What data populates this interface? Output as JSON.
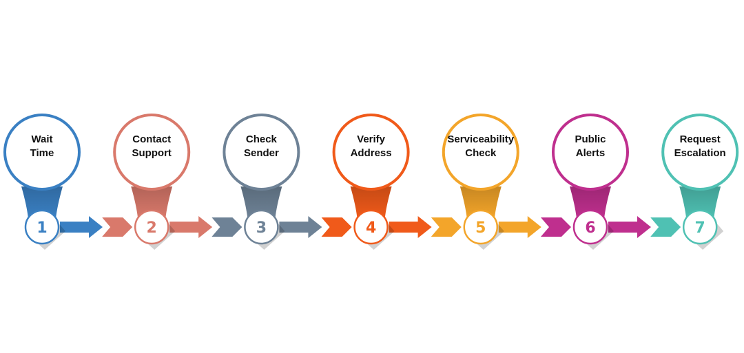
{
  "steps": [
    {
      "number": "1",
      "label_lines": [
        "Wait",
        "Time"
      ],
      "color": "#3a80c3"
    },
    {
      "number": "2",
      "label_lines": [
        "Contact",
        "Support"
      ],
      "color": "#d9796b"
    },
    {
      "number": "3",
      "label_lines": [
        "Check",
        "Sender"
      ],
      "color": "#6e8296"
    },
    {
      "number": "4",
      "label_lines": [
        "Verify",
        "Address"
      ],
      "color": "#f05a1a"
    },
    {
      "number": "5",
      "label_lines": [
        "Serviceability",
        "Check"
      ],
      "color": "#f3a52a"
    },
    {
      "number": "6",
      "label_lines": [
        "Public",
        "Alerts"
      ],
      "color": "#bf2f8e"
    },
    {
      "number": "7",
      "label_lines": [
        "Request",
        "Escalation"
      ],
      "color": "#4fc1b3"
    }
  ]
}
